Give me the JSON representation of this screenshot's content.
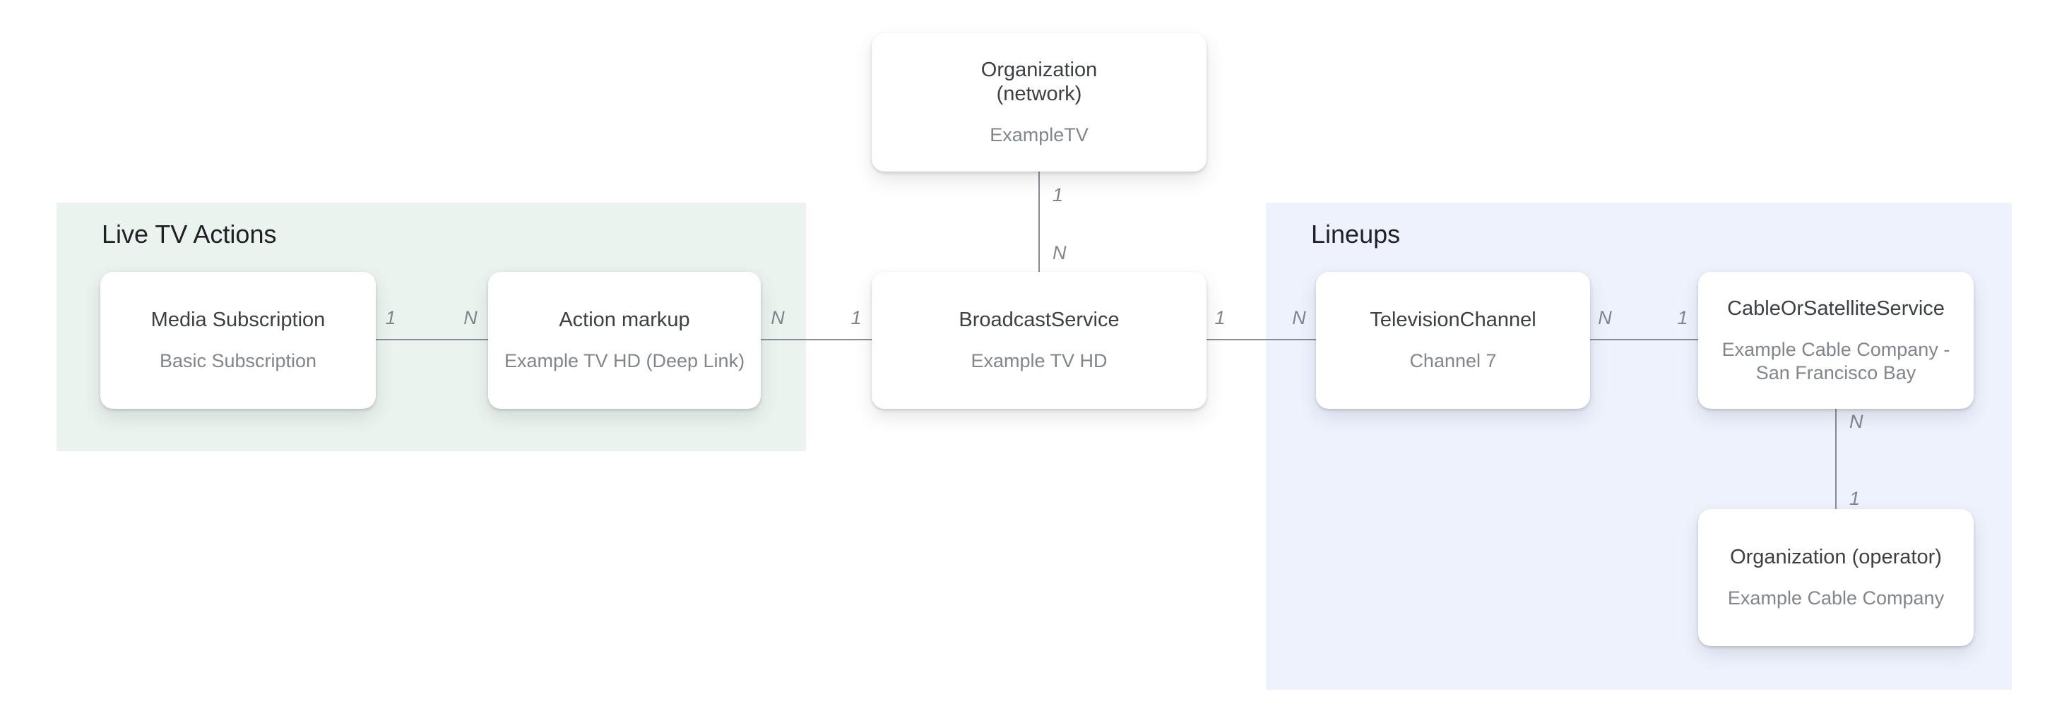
{
  "canvas": {
    "background": "#ffffff"
  },
  "sections": {
    "live_tv_actions": {
      "title": "Live TV Actions",
      "background": "#eaf3ee"
    },
    "lineups": {
      "title": "Lineups",
      "background": "#edf2fd"
    }
  },
  "nodes": {
    "organization_network": {
      "type": "Organization\n(network)",
      "example": "ExampleTV"
    },
    "media_subscription": {
      "type": "Media Subscription",
      "example": "Basic Subscription"
    },
    "action_markup": {
      "type": "Action markup",
      "example": "Example TV HD (Deep Link)"
    },
    "broadcast_service": {
      "type": "BroadcastService",
      "example": "Example TV HD"
    },
    "television_channel": {
      "type": "TelevisionChannel",
      "example": "Channel 7"
    },
    "cable_or_satellite_service": {
      "type": "CableOrSatelliteService",
      "example": "Example Cable Company -\nSan Francisco Bay"
    },
    "organization_operator": {
      "type": "Organization (operator)",
      "example": "Example Cable Company"
    }
  },
  "connectors": {
    "network_to_broadcast": {
      "from_label": "1",
      "to_label": "N"
    },
    "media_to_action": {
      "from_label": "1",
      "to_label": "N"
    },
    "action_to_broadcast": {
      "from_label": "N",
      "to_label": "1"
    },
    "broadcast_to_channel": {
      "from_label": "1",
      "to_label": "N"
    },
    "channel_to_cable": {
      "from_label": "N",
      "to_label": "1"
    },
    "cable_to_operator": {
      "from_label": "N",
      "to_label": "1"
    }
  },
  "colors": {
    "section_green": "#eaf3ee",
    "section_blue": "#edf2fd",
    "node_background": "#ffffff",
    "node_title": "#3c4043",
    "node_example": "#80868b",
    "connector_line": "#878d92",
    "cardinality_label": "#7f868c",
    "heading": "#202124"
  }
}
